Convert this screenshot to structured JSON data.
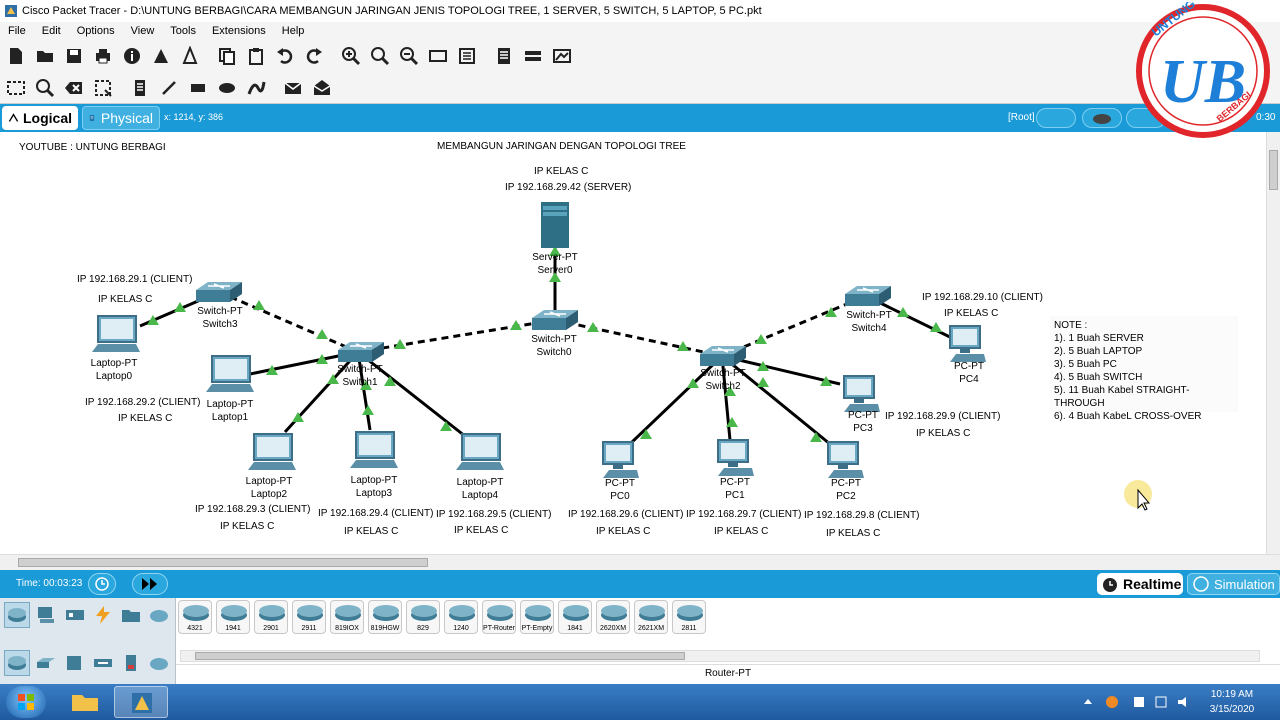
{
  "window": {
    "title": "Cisco Packet Tracer - D:\\UNTUNG BERBAGI\\CARA MEMBANGUN JARINGAN JENIS TOPOLOGI TREE, 1 SERVER,  5 SWITCH, 5 LAPTOP, 5 PC.pkt"
  },
  "menu": [
    "File",
    "Edit",
    "Options",
    "View",
    "Tools",
    "Extensions",
    "Help"
  ],
  "viewbar": {
    "logical_label": "Logical",
    "physical_label": "Physical",
    "coords": "x: 1214, y: 386",
    "root_label": "[Root]",
    "clock_fragment": "0:30"
  },
  "workspace": {
    "youtube_label": "YOUTUBE : UNTUNG BERBAGI",
    "heading": "MEMBANGUN JARINGAN DENGAN TOPOLOGI TREE",
    "server_note_class": "IP KELAS C",
    "server_note_ip": "IP 192.168.29.42 (SERVER)",
    "devices": {
      "server0": {
        "type": "Server-PT",
        "name": "Server0"
      },
      "switch0": {
        "type": "Switch-PT",
        "name": "Switch0"
      },
      "switch1": {
        "type": "Switch-PT",
        "name": "Switch1"
      },
      "switch2": {
        "type": "Switch-PT",
        "name": "Switch2"
      },
      "switch3": {
        "type": "Switch-PT",
        "name": "Switch3"
      },
      "switch4": {
        "type": "Switch-PT",
        "name": "Switch4"
      },
      "laptop0": {
        "type": "Laptop-PT",
        "name": "Laptop0"
      },
      "laptop1": {
        "type": "Laptop-PT",
        "name": "Laptop1"
      },
      "laptop2": {
        "type": "Laptop-PT",
        "name": "Laptop2"
      },
      "laptop3": {
        "type": "Laptop-PT",
        "name": "Laptop3"
      },
      "laptop4": {
        "type": "Laptop-PT",
        "name": "Laptop4"
      },
      "pc0": {
        "type": "PC-PT",
        "name": "PC0"
      },
      "pc1": {
        "type": "PC-PT",
        "name": "PC1"
      },
      "pc2": {
        "type": "PC-PT",
        "name": "PC2"
      },
      "pc3": {
        "type": "PC-PT",
        "name": "PC3"
      },
      "pc4": {
        "type": "PC-PT",
        "name": "PC4"
      }
    },
    "notes": {
      "laptop0_ip": "IP 192.168.29.1 (CLIENT)",
      "laptop0_class": "IP KELAS C",
      "laptop1_ip": "IP 192.168.29.2  (CLIENT)",
      "laptop1_class": "IP KELAS C",
      "laptop2_ip": "IP 192.168.29.3  (CLIENT)",
      "laptop2_class": "IP KELAS C",
      "laptop3_ip": "IP 192.168.29.4  (CLIENT)",
      "laptop3_class": "IP KELAS C",
      "laptop4_ip": "IP 192.168.29.5 (CLIENT)",
      "laptop4_class": "IP KELAS C",
      "pc0_ip": "IP 192.168.29.6 (CLIENT)",
      "pc0_class": "IP KELAS C",
      "pc1_ip": "IP 192.168.29.7 (CLIENT)",
      "pc1_class": "IP KELAS C",
      "pc2_ip": "IP 192.168.29.8 (CLIENT)",
      "pc2_class": "IP KELAS C",
      "pc3_ip": "IP 192.168.29.9 (CLIENT)",
      "pc3_class": "IP KELAS C",
      "pc4_ip": "IP 192.168.29.10 (CLIENT)",
      "pc4_class": "IP KELAS C"
    },
    "note_box": {
      "title": "NOTE :",
      "lines": [
        "1). 1 Buah SERVER",
        "2). 5 Buah LAPTOP",
        "3). 5 Buah PC",
        "4). 5 Buah SWITCH",
        "5). 11 Buah Kabel STRAIGHT-THROUGH",
        "6). 4 Buah KabeL CROSS-OVER"
      ]
    }
  },
  "timebar": {
    "time_label": "Time: 00:03:23",
    "realtime_label": "Realtime",
    "simulation_label": "Simulation"
  },
  "device_models": [
    "4321",
    "1941",
    "2901",
    "2911",
    "819IOX",
    "819HGW",
    "829",
    "1240",
    "PT-Router",
    "PT-Empty",
    "1841",
    "2620XM",
    "2621XM",
    "2811"
  ],
  "selected_device_name": "Router-PT",
  "taskbar": {
    "time": "10:19 AM",
    "date": "3/15/2020"
  },
  "logo": {
    "letters": "UB",
    "top_text": "UNTUNG",
    "bottom_text": "BERBAGI"
  },
  "colors": {
    "accent_blue": "#1a9ad6",
    "link_green": "#49b749",
    "logo_red": "#e0262a",
    "logo_blue": "#1e7fd8"
  }
}
